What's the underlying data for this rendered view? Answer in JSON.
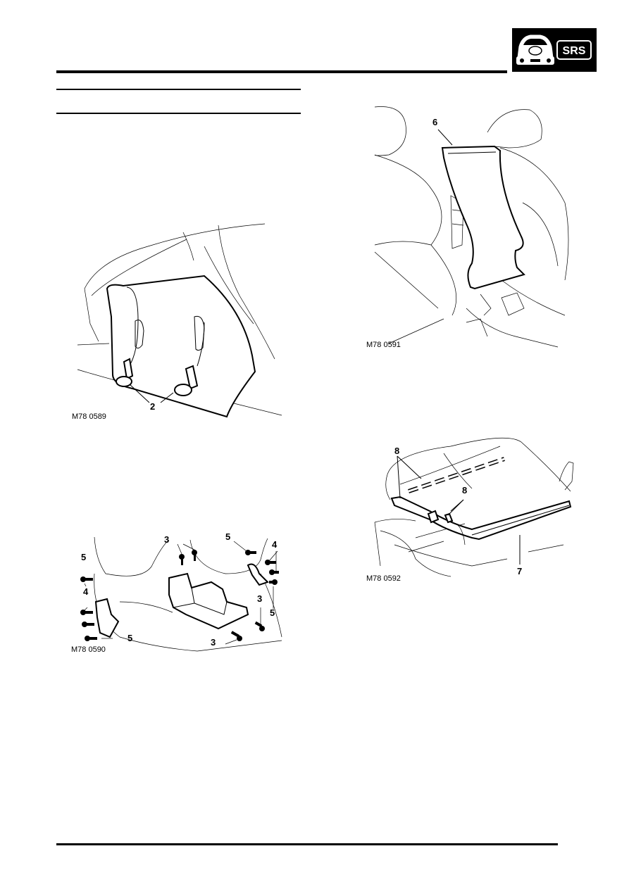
{
  "header": {
    "badge_label": "SRS",
    "badge_icon": "car-front-airbag-icon"
  },
  "figures": [
    {
      "id": "M78 0589",
      "caption": "M78 0589",
      "callouts": [
        "2"
      ]
    },
    {
      "id": "M78 0590",
      "caption": "M78 0590",
      "callouts": [
        "3",
        "3",
        "3",
        "4",
        "4",
        "5",
        "5",
        "5",
        "5"
      ]
    },
    {
      "id": "M78 0591",
      "caption": "M78 0591",
      "callouts": [
        "6"
      ]
    },
    {
      "id": "M78 0592",
      "caption": "M78 0592",
      "callouts": [
        "8",
        "8",
        "7"
      ]
    }
  ]
}
